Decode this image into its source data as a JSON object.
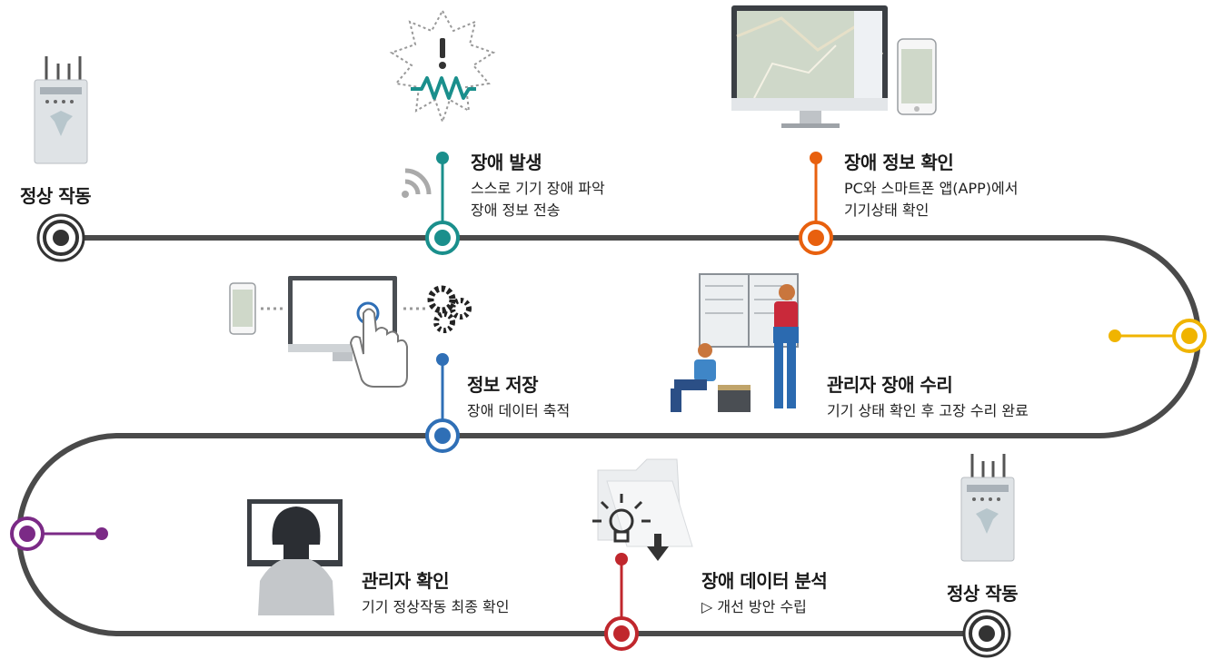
{
  "start": {
    "label": "정상 작동"
  },
  "end": {
    "label": "정상 작동"
  },
  "steps": [
    {
      "title": "장애 발생",
      "lines": [
        "스스로 기기 장애 파악",
        "장애 정보 전송"
      ],
      "color": "#1a8f8c"
    },
    {
      "title": "장애 정보 확인",
      "lines": [
        "PC와 스마트폰 앱(APP)에서",
        "기기상태 확인"
      ],
      "color": "#e8600e"
    },
    {
      "title": "정보 저장",
      "lines": [
        "장애 데이터 축적"
      ],
      "color": "#2f6fb6"
    },
    {
      "title": "관리자 장애 수리",
      "lines": [
        "기기 상태 확인 후 고장 수리 완료"
      ],
      "color": "#f0b400"
    },
    {
      "title": "관리자 확인",
      "lines": [
        "기기 정상작동 최종 확인"
      ],
      "color": "#7b2a86"
    },
    {
      "title": "장애 데이터 분석",
      "lines": [
        "▷ 개선 방안 수립"
      ],
      "color": "#c0272d"
    }
  ],
  "icons": [
    "router-icon",
    "alert-signal-icon",
    "wifi-icon",
    "monitor-map-icon",
    "smartphone-icon",
    "touch-monitor-icon",
    "gears-icon",
    "technicians-icon",
    "lightbulb-icon",
    "folder-download-icon",
    "person-monitor-icon"
  ]
}
